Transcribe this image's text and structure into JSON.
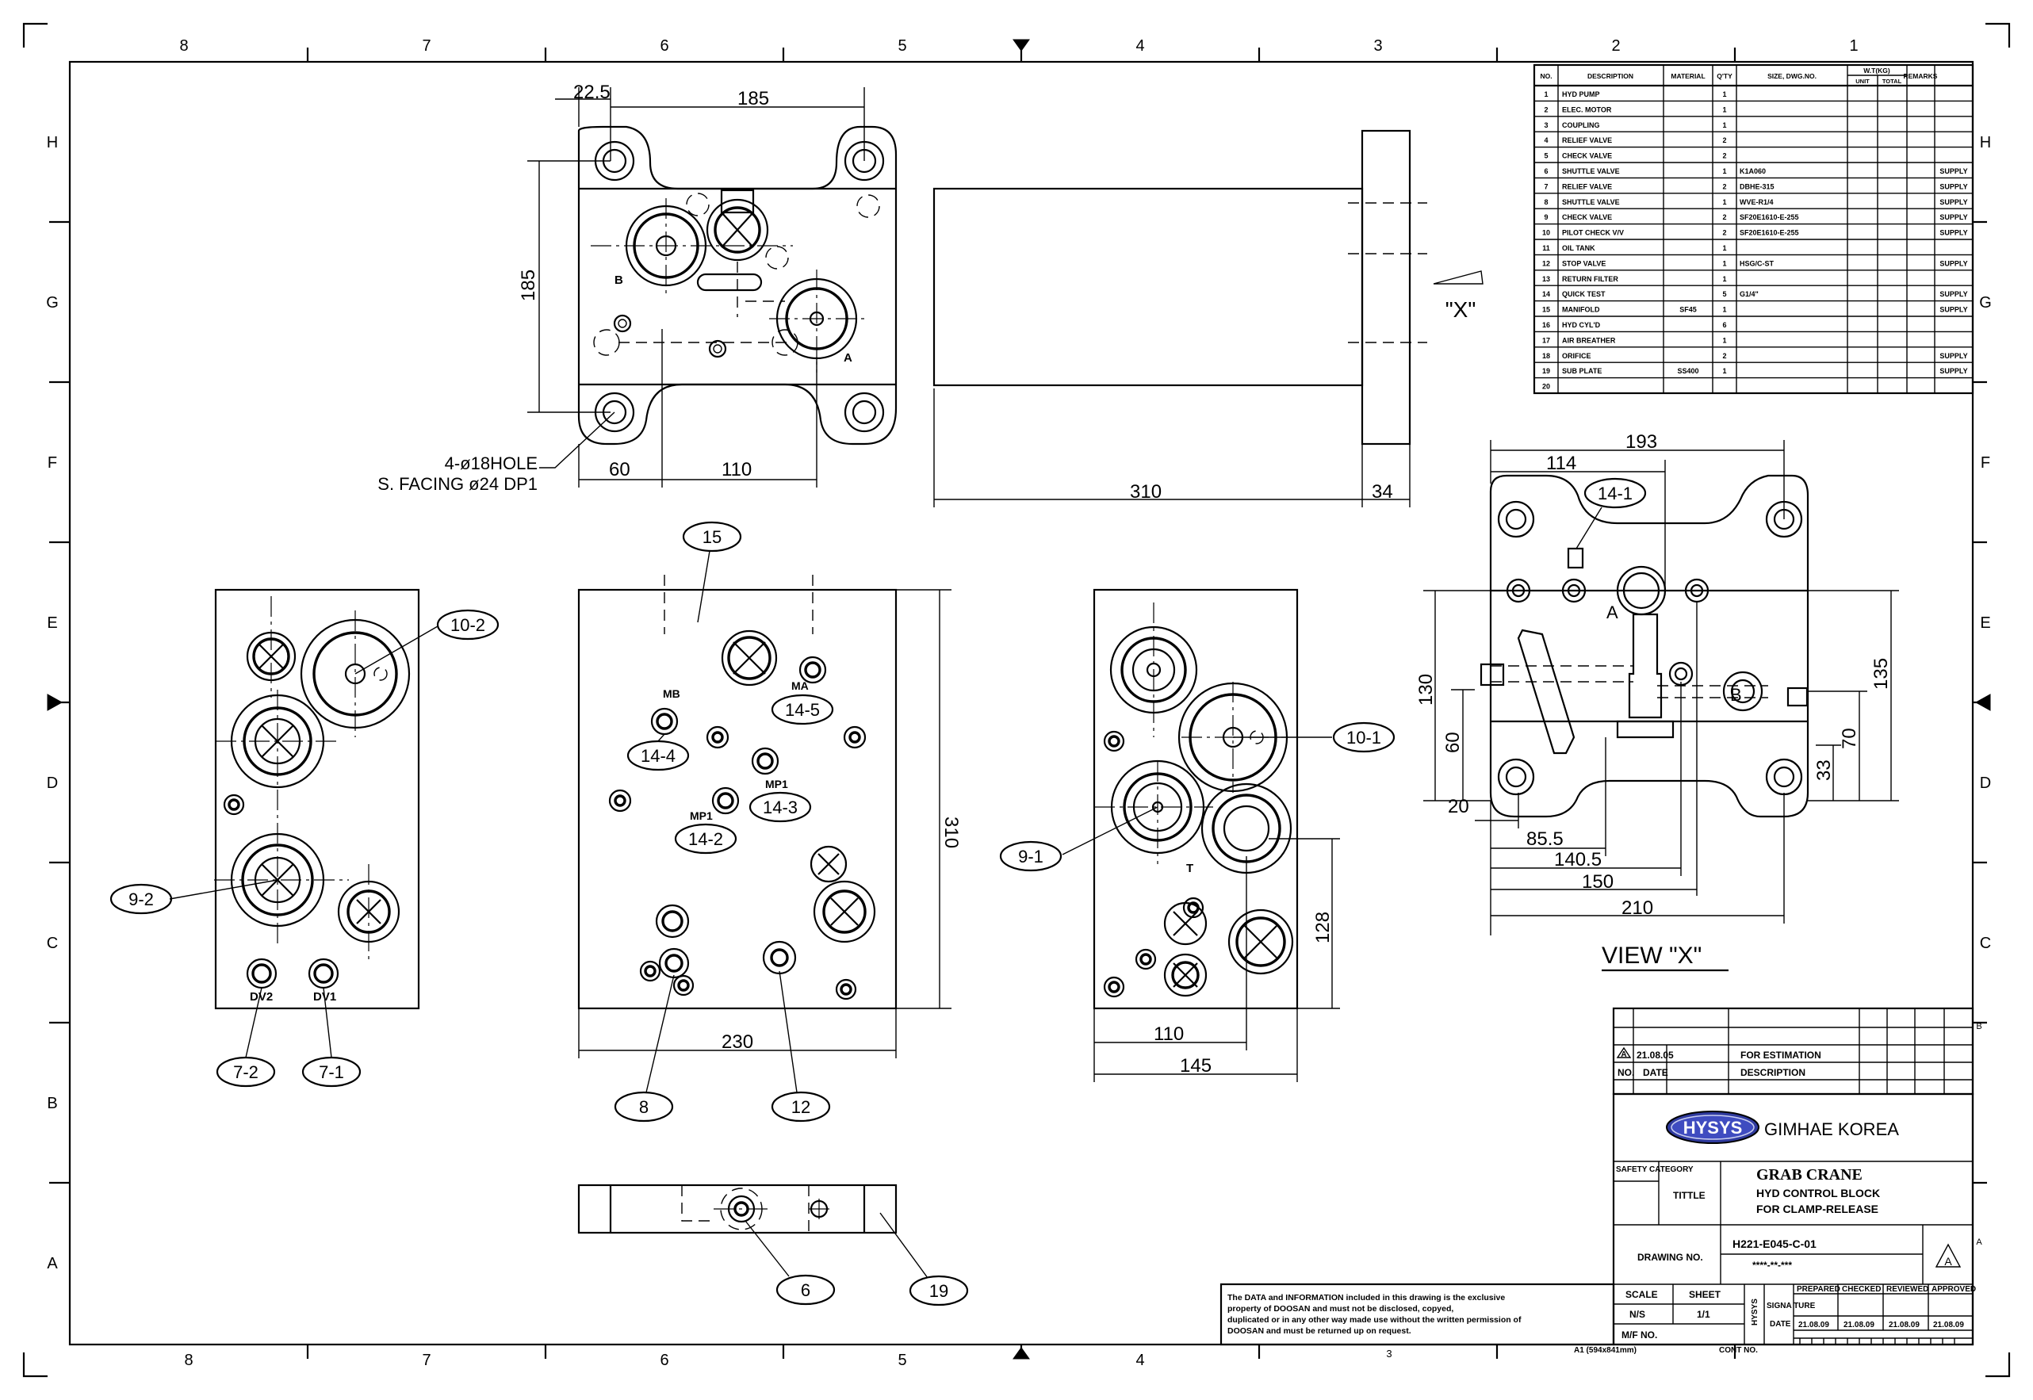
{
  "zones": {
    "columns": [
      "8",
      "7",
      "6",
      "5",
      "4",
      "3",
      "2",
      "1"
    ],
    "rows": [
      "H",
      "G",
      "F",
      "E",
      "D",
      "C",
      "B",
      "A"
    ],
    "bottom_col_3": "3"
  },
  "dims": {
    "top_w22": "22.5",
    "top_w185": "185",
    "top_h185": "185",
    "top_60": "60",
    "top_110": "110",
    "side_310": "310",
    "side_34": "34",
    "mid_310": "310",
    "mid_230": "230",
    "right_128": "128",
    "right_110": "110",
    "right_145": "145",
    "v_193": "193",
    "v_114": "114",
    "v_130": "130",
    "v_60": "60",
    "v_20": "20",
    "v_85": "85.5",
    "v_140": "140.5",
    "v_150": "150",
    "v_210": "210",
    "v_135": "135",
    "v_70": "70",
    "v_33": "33"
  },
  "notes": {
    "hole1": "4-ø18HOLE",
    "hole2": "S. FACING ø24 DP1",
    "view_x": "\"X\"",
    "view_title": "VIEW \"X\""
  },
  "port_labels": {
    "b_top": "B",
    "a_top": "A",
    "mb": "MB",
    "ma": "MA",
    "mp1": "MP1",
    "mp2": "MP1",
    "dv2": "DV2",
    "dv1": "DV1",
    "t": "T",
    "a_view": "A",
    "b_view": "B"
  },
  "balloons": {
    "b10_2": "10-2",
    "b9_2": "9-2",
    "b7_2": "7-2",
    "b7_1": "7-1",
    "b15": "15",
    "b14_4": "14-4",
    "b14_5": "14-5",
    "b14_3": "14-3",
    "b14_2": "14-2",
    "b8": "8",
    "b12": "12",
    "b10_1": "10-1",
    "b9_1": "9-1",
    "b14_1": "14-1",
    "b6": "6",
    "b19": "19"
  },
  "bom": {
    "headers": [
      "NO.",
      "DESCRIPTION",
      "MATERIAL",
      "Q'TY",
      "SIZE, DWG.NO.",
      "W.T(KG)",
      "REMARKS"
    ],
    "wt_sub": [
      "UNIT",
      "TOTAL"
    ],
    "rows": [
      [
        "1",
        "HYD PUMP",
        "",
        "1",
        "",
        ""
      ],
      [
        "2",
        "ELEC. MOTOR",
        "",
        "1",
        "",
        ""
      ],
      [
        "3",
        "COUPLING",
        "",
        "1",
        "",
        ""
      ],
      [
        "4",
        "RELIEF VALVE",
        "",
        "2",
        "",
        ""
      ],
      [
        "5",
        "CHECK VALVE",
        "",
        "2",
        "",
        ""
      ],
      [
        "6",
        "SHUTTLE VALVE",
        "",
        "1",
        "K1A060",
        "SUPPLY"
      ],
      [
        "7",
        "RELIEF VALVE",
        "",
        "2",
        "DBHE-315",
        "SUPPLY"
      ],
      [
        "8",
        "SHUTTLE VALVE",
        "",
        "1",
        "WVE-R1/4",
        "SUPPLY"
      ],
      [
        "9",
        "CHECK VALVE",
        "",
        "2",
        "SF20E1610-E-255",
        "SUPPLY"
      ],
      [
        "10",
        "PILOT CHECK V/V",
        "",
        "2",
        "SF20E1610-E-255",
        "SUPPLY"
      ],
      [
        "11",
        "OIL TANK",
        "",
        "1",
        "",
        ""
      ],
      [
        "12",
        "STOP VALVE",
        "",
        "1",
        "HSG/C-ST",
        "SUPPLY"
      ],
      [
        "13",
        "RETURN FILTER",
        "",
        "1",
        "",
        ""
      ],
      [
        "14",
        "QUICK TEST",
        "",
        "5",
        "G1/4\"",
        "SUPPLY"
      ],
      [
        "15",
        "MANIFOLD",
        "SF45",
        "1",
        "",
        "SUPPLY"
      ],
      [
        "16",
        "HYD CYL'D",
        "",
        "6",
        "",
        ""
      ],
      [
        "17",
        "AIR BREATHER",
        "",
        "1",
        "",
        ""
      ],
      [
        "18",
        "ORIFICE",
        "",
        "2",
        "",
        "SUPPLY"
      ],
      [
        "19",
        "SUB PLATE",
        "SS400",
        "1",
        "",
        "SUPPLY"
      ],
      [
        "20",
        "",
        "",
        "",
        "",
        ""
      ]
    ]
  },
  "revision": {
    "no": "A",
    "date": "21.08.05",
    "desc": "FOR ESTIMATION",
    "h_no": "NO.",
    "h_date": "DATE",
    "h_desc": "DESCRIPTION"
  },
  "title_block": {
    "logo": "HYSYS",
    "location": "GIMHAE  KOREA",
    "safety": "SAFETY CATEGORY",
    "tittle": "TITTLE",
    "title1": "GRAB  CRANE",
    "title2": "HYD  CONTROL  BLOCK",
    "title3": "FOR  CLAMP-RELEASE",
    "drawing_no_label": "DRAWING  NO.",
    "drawing_no": "H221-E045-C-01",
    "drawing_no2": "****-**-***",
    "rev_mark": "A",
    "scale_label": "SCALE",
    "sheet_label": "SHEET",
    "scale": "N/S",
    "sheet": "1/1",
    "mf_label": "M/F NO.",
    "hysys": "HYSYS",
    "signa": "SIGNA TURE",
    "date_label": "DATE",
    "prepared": "PREPARED",
    "checked": "CHECKED",
    "reviewed": "REVIEWED",
    "approved": "APPROVED",
    "d1": "21.08.09",
    "d2": "21.08.09",
    "d3": "21.08.09",
    "d4": "21.08.09",
    "cont": "CONT NO.",
    "a1": "A1 (594x841mm)",
    "notice": [
      "The DATA and INFORMATION included in this drawing is the exclusive",
      "property of DOOSAN and must not be disclosed, copyed,",
      "duplicated or in any other way made use without the written permission of",
      "DOOSAN and must be returned up on request."
    ]
  }
}
